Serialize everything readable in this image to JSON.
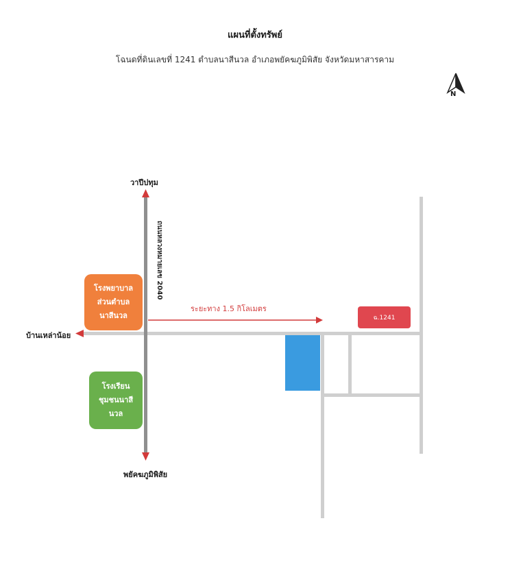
{
  "title": "แผนที่ตั้งทรัพย์",
  "subtitle": "โฉนดที่ดินเลขที่ 1241 ตำบลนาสีนวล อำเภอพยัคฆภูมิพิสัย จังหวัดมหาสารคาม",
  "north_label": "N",
  "places": {
    "north_end": "วาปีปทุม",
    "south_end": "พยัคฆภูมิพิสัย",
    "west_end": "บ้านเหล่าน้อย",
    "main_road": "ถนนหลวงหมายเลข 2040"
  },
  "hospital": {
    "lines": [
      "โรงพยาบาล",
      "ส่วนตำบล",
      "นาสีนวล"
    ]
  },
  "school": {
    "lines": [
      "โรงเรียน",
      "ชุมชนนาสี",
      "นวล"
    ]
  },
  "distance_label": "ระยะทาง 1.5 กิโลเมตร",
  "plot_label": "ฉ.1241",
  "colors": {
    "hospital": "#f0803c",
    "school": "#6ab04c",
    "plot": "#e0474f",
    "blue_block": "#3a9be0",
    "arrow": "#d23a3a"
  }
}
